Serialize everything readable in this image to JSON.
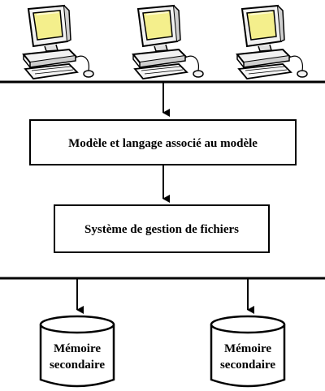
{
  "computers": [
    {
      "name": "computer-1",
      "icon": "desktop-computer-icon"
    },
    {
      "name": "computer-2",
      "icon": "desktop-computer-icon"
    },
    {
      "name": "computer-3",
      "icon": "desktop-computer-icon"
    }
  ],
  "boxes": {
    "model_language": "Modèle et langage associé au modèle",
    "file_system": "Système de gestion de fichiers"
  },
  "storage": [
    {
      "line1": "Mémoire",
      "line2": "secondaire"
    },
    {
      "line1": "Mémoire",
      "line2": "secondaire"
    }
  ],
  "colors": {
    "screen": "#f4ef8c",
    "monitor": "#f2f2f2",
    "line": "#000000"
  }
}
